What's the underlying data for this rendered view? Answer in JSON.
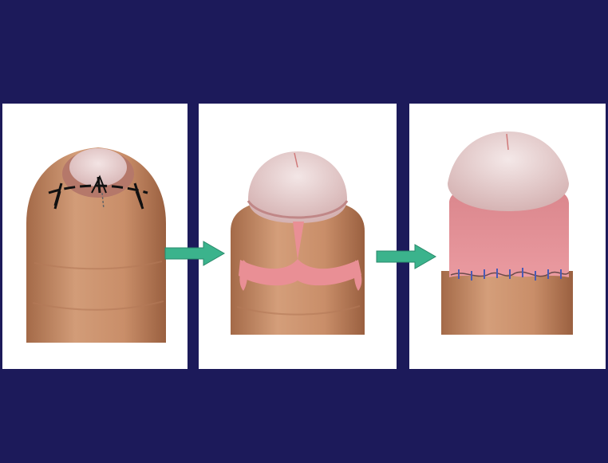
{
  "slide": {
    "background_color": "#1c1a5a",
    "panel_color": "#ffffff",
    "arrow_color": "#3bb38c",
    "skin_color": "#c8906a",
    "glans_color": "#e6cccc",
    "mucosa_color": "#e98f95",
    "suture_color": "#4a5bb5",
    "incision_line_color": "#111111"
  },
  "panels": [
    {
      "name": "step-1-incision-markings",
      "icon": "incision-marking-illustration"
    },
    {
      "name": "step-2-skin-retracted",
      "icon": "retracted-skin-illustration"
    },
    {
      "name": "step-3-sutured-result",
      "icon": "sutured-result-illustration"
    }
  ],
  "arrows": [
    {
      "name": "step-arrow-1",
      "icon": "right-arrow-icon"
    },
    {
      "name": "step-arrow-2",
      "icon": "right-arrow-icon"
    }
  ]
}
